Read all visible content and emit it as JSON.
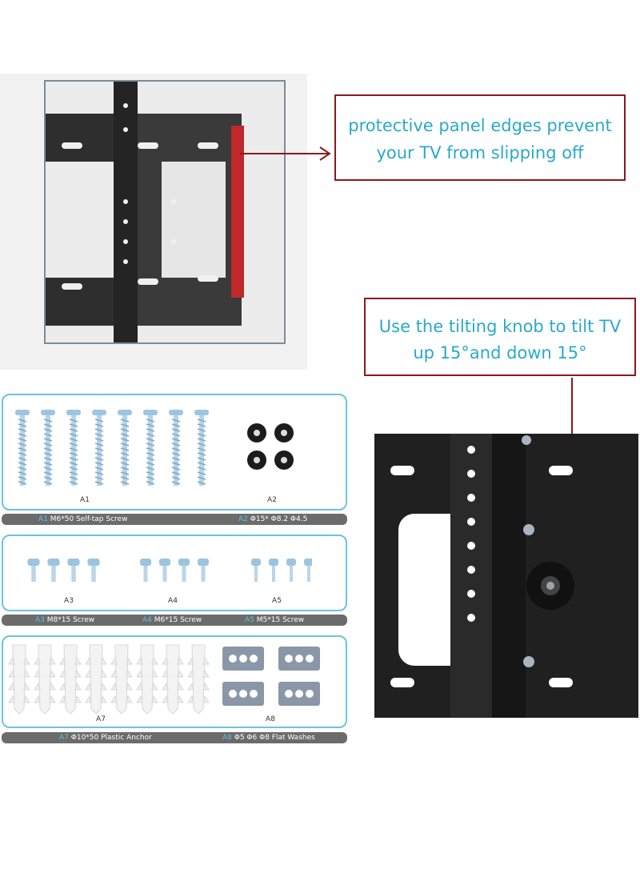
{
  "callouts": {
    "edges_line1": "protective panel edges prevent",
    "edges_line2": "your TV from slipping off",
    "tilt_line1": "Use the tilting knob to tilt TV",
    "tilt_line2": "up 15°and down 15°"
  },
  "parts": {
    "a1_label": "A1",
    "a2_label": "A2",
    "a3_label": "A3",
    "a4_label": "A4",
    "a5_label": "A5",
    "a7_label": "A7",
    "a8_label": "A8",
    "a1_code": "A1",
    "a1_desc": "M6*50 Self-tap Screw",
    "a2_code": "A2",
    "a2_desc": "Φ15* Φ8.2 Φ4.5",
    "a3_code": "A3",
    "a3_desc": "M8*15 Screw",
    "a4_code": "A4",
    "a4_desc": "M6*15 Screw",
    "a5_code": "A5",
    "a5_desc": "M5*15 Screw",
    "a7_code": "A7",
    "a7_desc": "Φ10*50 Plastic Anchor",
    "a8_code": "A8",
    "a8_desc": "Φ5 Φ6 Φ8  Flat Washes"
  },
  "colors": {
    "callout_border": "#8b1a1a",
    "callout_text": "#2aa9c9",
    "panel_border": "#6cc3dc",
    "bar_bg": "#6b6b6b",
    "red_edge": "#c0282b"
  }
}
